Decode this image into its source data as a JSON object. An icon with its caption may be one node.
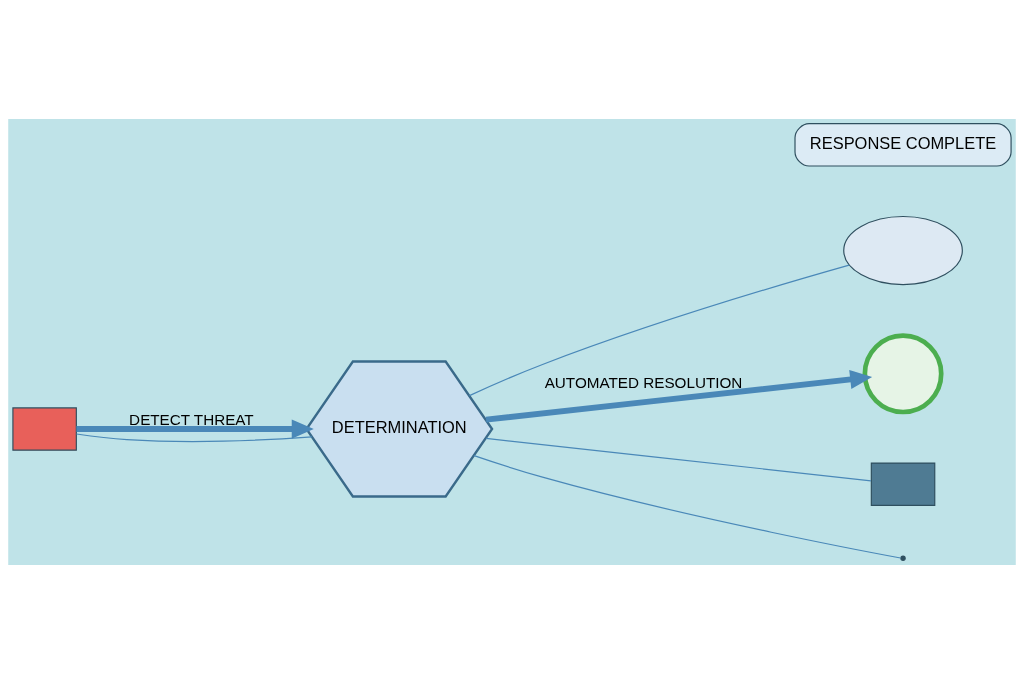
{
  "diagram": {
    "nodes": [
      {
        "text": [],
        "shape": "box"
      },
      {
        "text": [
          "DETERMINATION"
        ]
      },
      {
        "text": [],
        "shape": "cloud"
      },
      {
        "text": [],
        "shape": "circle"
      },
      {
        "text": [
          "RESPONSE COMPLETE"
        ]
      },
      {
        "text": [],
        "shape": "box"
      }
    ],
    "edges": [
      {
        "from": 0,
        "to": 1,
        "arrow": "to",
        "label": "DETECT THREAT",
        "style": "thick"
      },
      {
        "from": 0,
        "to": 1,
        "arrow": "none"
      },
      {
        "from": 1,
        "to": 3,
        "arrow": "to",
        "label": "AUTOMATED RESOLUTION",
        "style": "thick"
      },
      {
        "from": 1,
        "to": 2,
        "arrow": "none"
      },
      {
        "from": 1,
        "to": 5,
        "arrow": "none"
      },
      {
        "from": 1,
        "to": null,
        "arrow": "none"
      }
    ]
  }
}
